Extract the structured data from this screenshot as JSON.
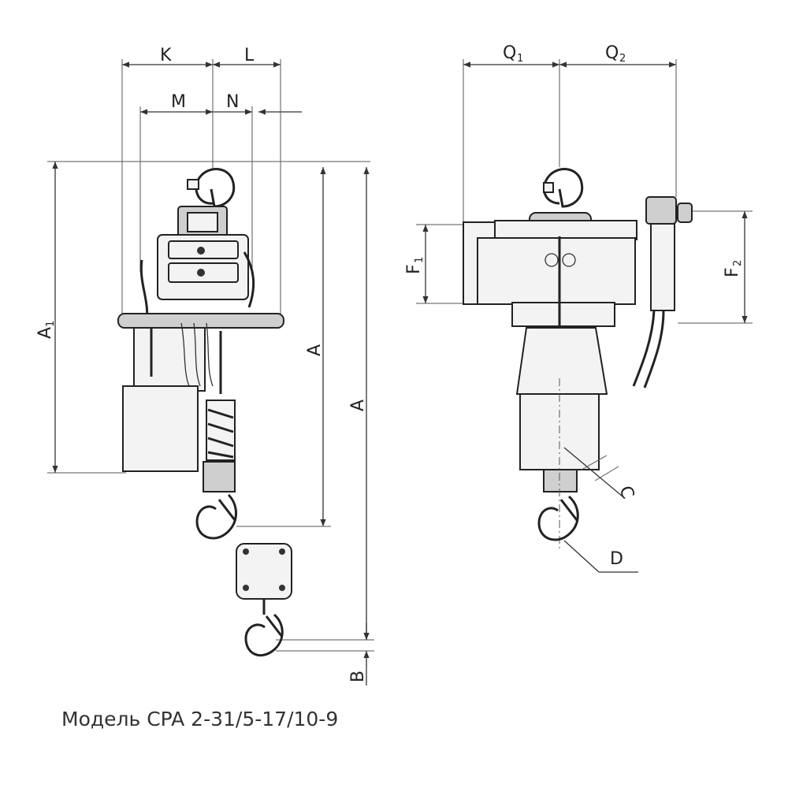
{
  "caption": "Модель CPA 2-31/5-17/10-9",
  "dimensions": {
    "K": "K",
    "L": "L",
    "M": "M",
    "N": "N",
    "A1_main": "A",
    "A1_sub": "1",
    "A_inner": "A",
    "A_outer": "A",
    "B": "B",
    "Q1_main": "Q",
    "Q1_sub": "1",
    "Q2_main": "Q",
    "Q2_sub": "2",
    "F1_main": "F",
    "F1_sub": "1",
    "F2_main": "F",
    "F2_sub": "2",
    "C": "C",
    "D": "D"
  }
}
